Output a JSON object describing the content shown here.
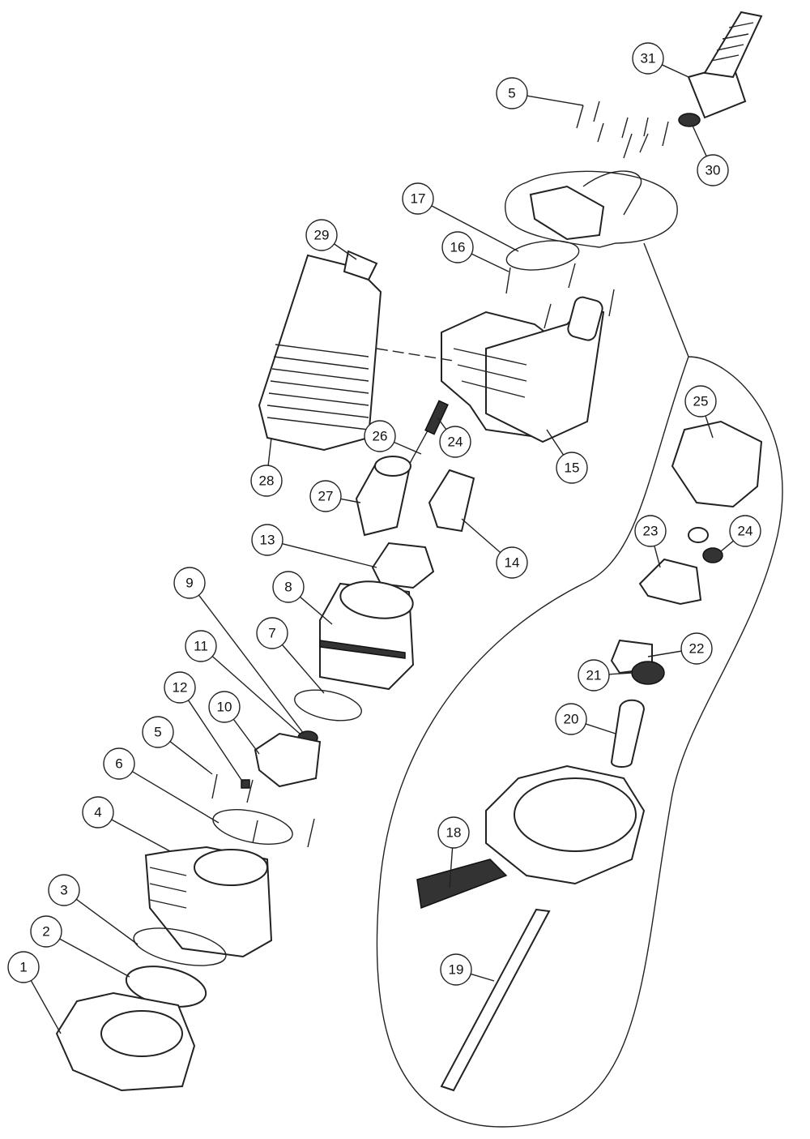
{
  "diagram": {
    "type": "exploded-parts-view",
    "callouts": [
      "31",
      "5",
      "30",
      "17",
      "29",
      "16",
      "25",
      "24",
      "26",
      "15",
      "28",
      "27",
      "24",
      "23",
      "13",
      "14",
      "9",
      "8",
      "7",
      "22",
      "11",
      "12",
      "21",
      "10",
      "5",
      "20",
      "6",
      "4",
      "18",
      "3",
      "2",
      "19",
      "1"
    ]
  }
}
